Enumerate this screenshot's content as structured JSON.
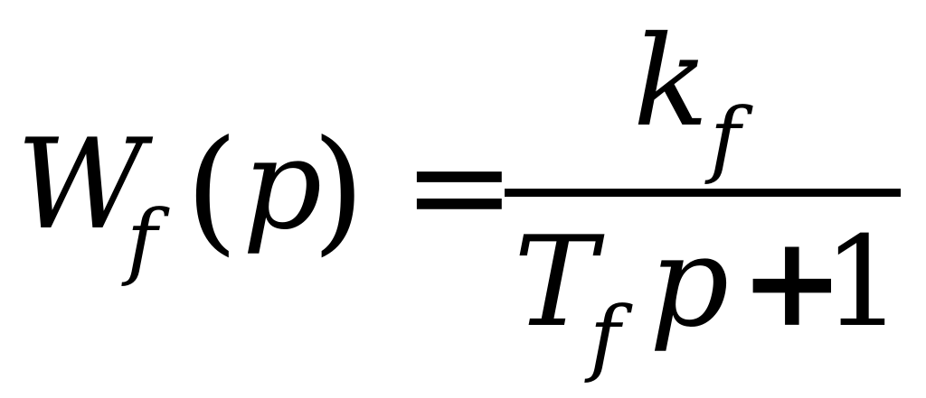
{
  "formula": {
    "lhs": {
      "function": "W",
      "function_subscript": "f",
      "open_paren": "(",
      "argument": "p",
      "close_paren": ")"
    },
    "equals": "=",
    "numerator": {
      "symbol": "k",
      "subscript": "f"
    },
    "denominator": {
      "symbol": "T",
      "subscript": "f",
      "variable": "p",
      "plus": "+",
      "constant": "1"
    }
  }
}
